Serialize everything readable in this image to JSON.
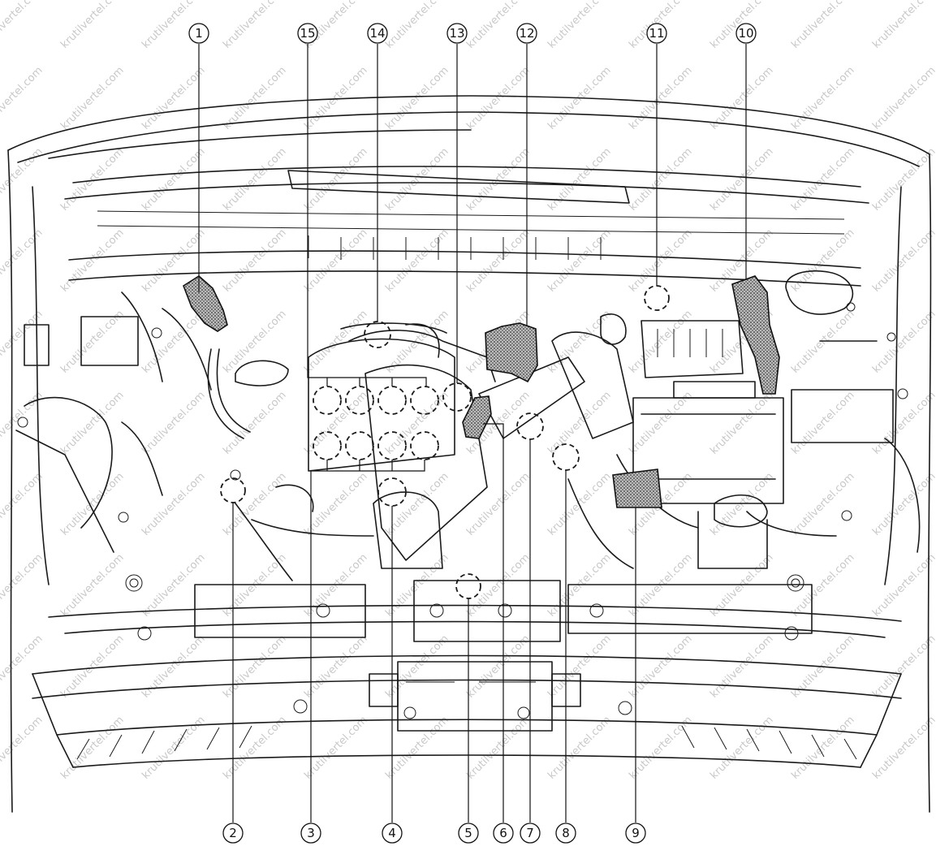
{
  "watermark": "krutilvertel.com",
  "callouts": {
    "c1": "1",
    "c2": "2",
    "c3": "3",
    "c4": "4",
    "c5": "5",
    "c6": "6",
    "c7": "7",
    "c8": "8",
    "c9": "9",
    "c10": "10",
    "c11": "11",
    "c12": "12",
    "c13": "13",
    "c14": "14",
    "c15": "15"
  }
}
